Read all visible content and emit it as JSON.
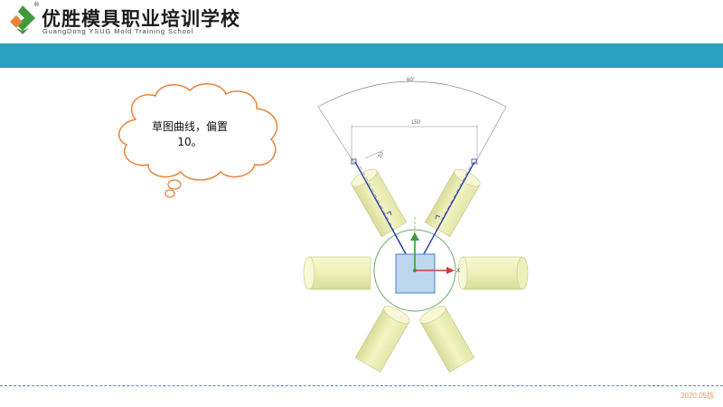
{
  "header": {
    "school_name_cn": "优胜模具职业培训学校",
    "school_name_en": "GuangDong YSUG Mold Training School",
    "registered_mark": "®",
    "brand_colors": {
      "green": "#3f9a3c",
      "orange": "#e8833a",
      "bar": "#2aa1bf"
    }
  },
  "callout": {
    "text_line1": "草图曲线，偏置",
    "text_line2": "10。"
  },
  "drawing": {
    "dimension_angle": "60°",
    "dimension_width": "150",
    "dimension_offset": "10",
    "axis_x_label": "X"
  },
  "footer": {
    "version": "2020.05版"
  }
}
